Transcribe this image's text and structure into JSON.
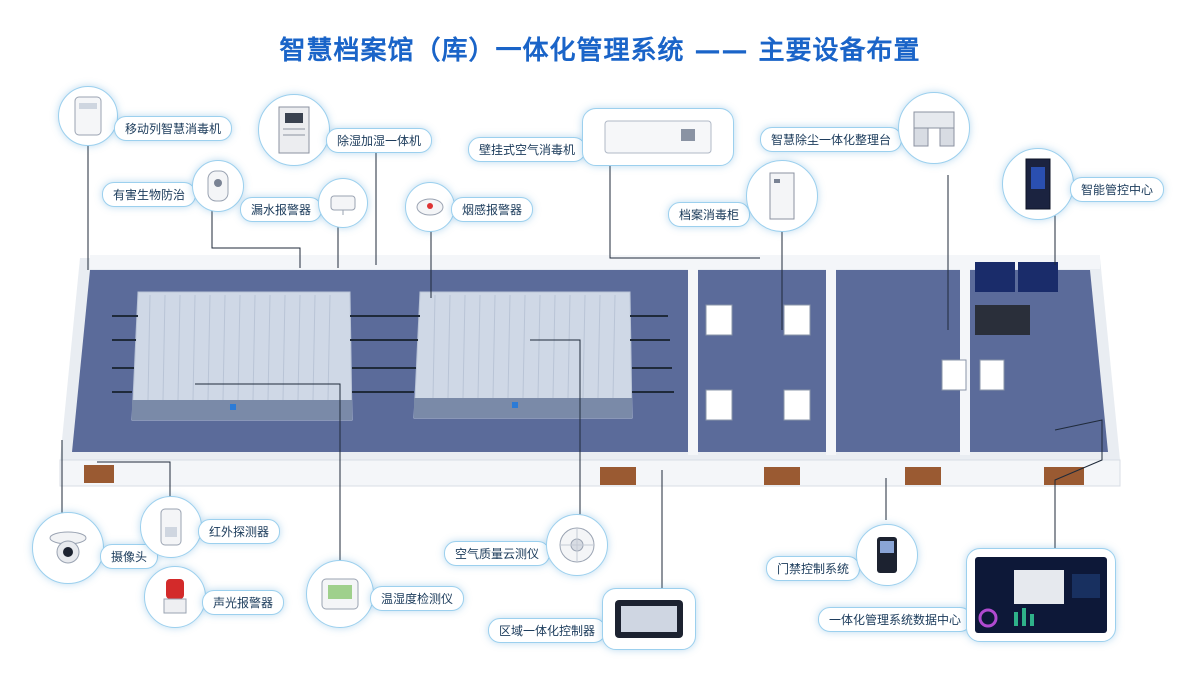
{
  "title": "智慧档案馆（库）一体化管理系统 —— 主要设备布置",
  "devices": {
    "mobile_disinfector": "移动列智慧消毒机",
    "dehumidifier": "除湿加湿一体机",
    "wall_air_disinfector": "壁挂式空气消毒机",
    "dust_cleaning_station": "智慧除尘一体化整理台",
    "pest_control": "有害生物防治",
    "water_leak_alarm": "漏水报警器",
    "smoke_alarm": "烟感报警器",
    "archive_cabinet": "档案消毒柜",
    "control_center": "智能管控中心",
    "camera": "摄像头",
    "infrared_detector": "红外探测器",
    "sound_light_alarm": "声光报警器",
    "temp_humidity": "温湿度检测仪",
    "air_quality": "空气质量云测仪",
    "zone_controller": "区域一体化控制器",
    "access_control": "门禁控制系统",
    "data_center": "一体化管理系统数据中心"
  },
  "colors": {
    "title": "#1a64c8",
    "floor": "#5b6b9a",
    "wall": "#f2f4f7",
    "line": "#1f2a3a",
    "glow": "#9cd0ee"
  }
}
